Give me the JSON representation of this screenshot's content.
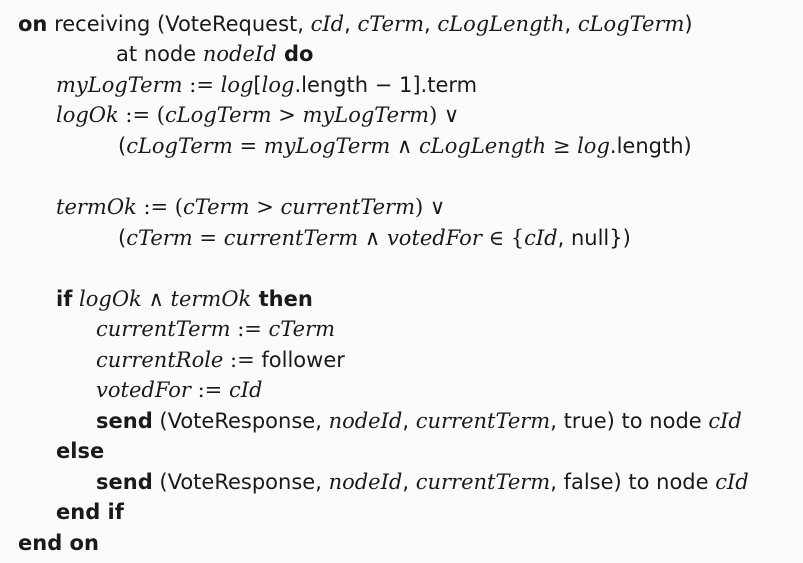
{
  "code": {
    "l1": {
      "kw_on": "on",
      "rest_a": " receiving (VoteRequest, ",
      "cId": "cId",
      "c1": ", ",
      "cTerm": "cTerm",
      "c2": ", ",
      "cLogLength": "cLogLength",
      "c3": ", ",
      "cLogTerm": "cLogTerm",
      "close": ")"
    },
    "l2": {
      "at_node": "at node ",
      "nodeId": "nodeId",
      "kw_do": " do"
    },
    "l3": {
      "myLogTerm": "myLogTerm",
      "assign": " := ",
      "log": "log",
      "br_open": "[",
      "log2": "log",
      "length_minus": ".length − 1].term"
    },
    "l4": {
      "logOk": "logOk",
      "assign": " := (",
      "cLogTerm": "cLogTerm",
      "gt": " > ",
      "myLogTerm": "myLogTerm",
      "close_or": ") ∨"
    },
    "l5": {
      "open": "(",
      "cLogTerm": "cLogTerm",
      "eq": " = ",
      "myLogTerm": "myLogTerm",
      "and": " ∧ ",
      "cLogLength": "cLogLength",
      "ge": " ≥ ",
      "log": "log",
      "rest": ".length)"
    },
    "l6": {
      "termOk": "termOk",
      "assign": " := (",
      "cTerm": "cTerm",
      "gt": " > ",
      "currentTerm": "currentTerm",
      "close_or": ") ∨"
    },
    "l7": {
      "open": "(",
      "cTerm": "cTerm",
      "eq": " = ",
      "currentTerm": "currentTerm",
      "and": " ∧ ",
      "votedFor": "votedFor",
      "in": " ∈ {",
      "cId": "cId",
      "rest": ", null})"
    },
    "l8": {
      "kw_if": "if",
      "logOk": "logOk",
      "and": " ∧ ",
      "termOk": "termOk",
      "kw_then": " then"
    },
    "l9": {
      "currentTerm": "currentTerm",
      "assign": " := ",
      "cTerm": "cTerm"
    },
    "l10": {
      "currentRole": "currentRole",
      "assign": " := ",
      "follower": "follower"
    },
    "l11": {
      "votedFor": "votedFor",
      "assign": " := ",
      "cId": "cId"
    },
    "l12": {
      "kw_send": "send",
      "rest_a": " (VoteResponse, ",
      "nodeId": "nodeId",
      "c1": ", ",
      "currentTerm": "currentTerm",
      "rest_b": ", true) to node ",
      "cId": "cId"
    },
    "l13": {
      "kw_else": "else"
    },
    "l14": {
      "kw_send": "send",
      "rest_a": " (VoteResponse, ",
      "nodeId": "nodeId",
      "c1": ", ",
      "currentTerm": "currentTerm",
      "rest_b": ", false) to node ",
      "cId": "cId"
    },
    "l15": {
      "kw_end_if": "end if"
    },
    "l16": {
      "kw_end_on": "end on"
    }
  }
}
